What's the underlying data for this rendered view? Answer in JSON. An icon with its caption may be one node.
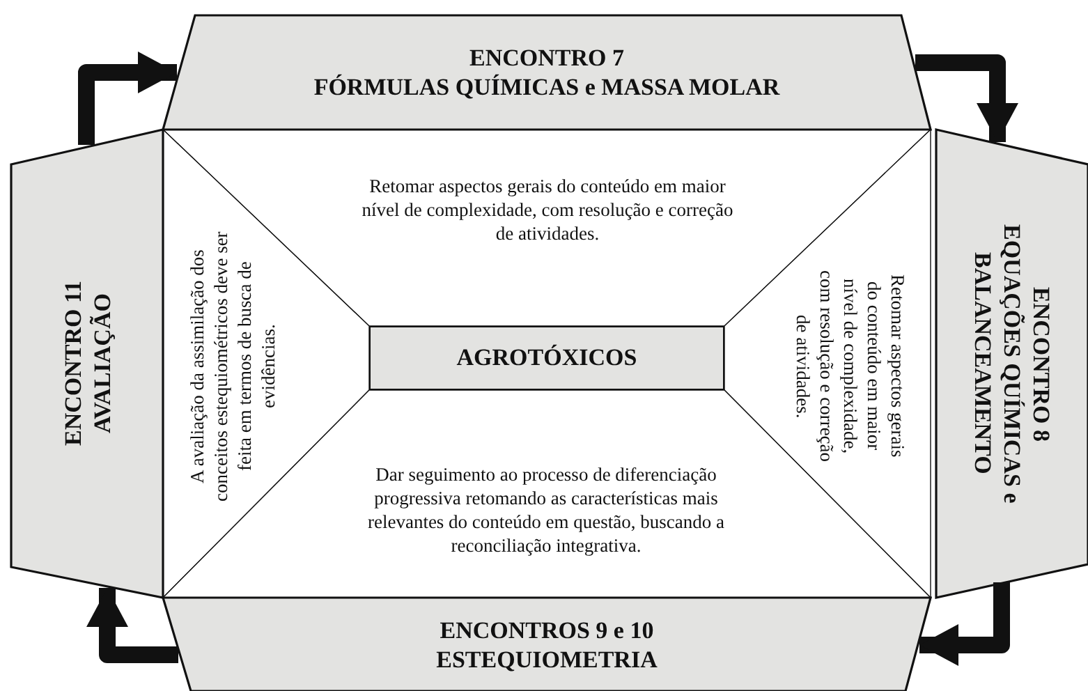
{
  "diagram": {
    "nodes": [
      {
        "text": [
          "ENCONTRO 7",
          "FÓRMULAS QUÍMICAS e MASSA MOLAR"
        ]
      },
      {
        "text": [
          "ENCONTRO 11",
          "AVALIAÇÃO"
        ]
      },
      {
        "text": [
          "Retomar aspectos gerais do conteúdo em maior nível de complexidade, com resolução e correção de atividades."
        ]
      },
      {
        "text": [
          "A avaliação da assimilação dos conceitos estequiométricos deve ser feita em termos de busca de evidências."
        ]
      },
      {
        "text": [
          "AGROTÓXICOS"
        ]
      },
      {
        "text": [
          "Retomar aspectos gerais do conteúdo em maior nível de complexidade, com resolução e correção de atividades."
        ]
      },
      {
        "text": [
          "ENCONTRO 8",
          "EQUAÇÕES QUÍMICAS e BALANCEAMENTO"
        ]
      },
      {
        "text": [
          "Dar seguimento ao processo de diferenciação progressiva retomando as características mais relevantes do conteúdo em questão, buscando a reconciliação integrativa."
        ]
      },
      {
        "text": [
          "ENCONTROS 9 e 10",
          "ESTEQUIOMETRIA"
        ]
      }
    ],
    "edges": [
      {
        "from": 1,
        "to": 0,
        "arrow": "to"
      },
      {
        "from": 0,
        "to": 6,
        "arrow": "to"
      },
      {
        "from": 6,
        "to": 8,
        "arrow": "to"
      },
      {
        "from": 8,
        "to": 1,
        "arrow": "to"
      }
    ]
  }
}
